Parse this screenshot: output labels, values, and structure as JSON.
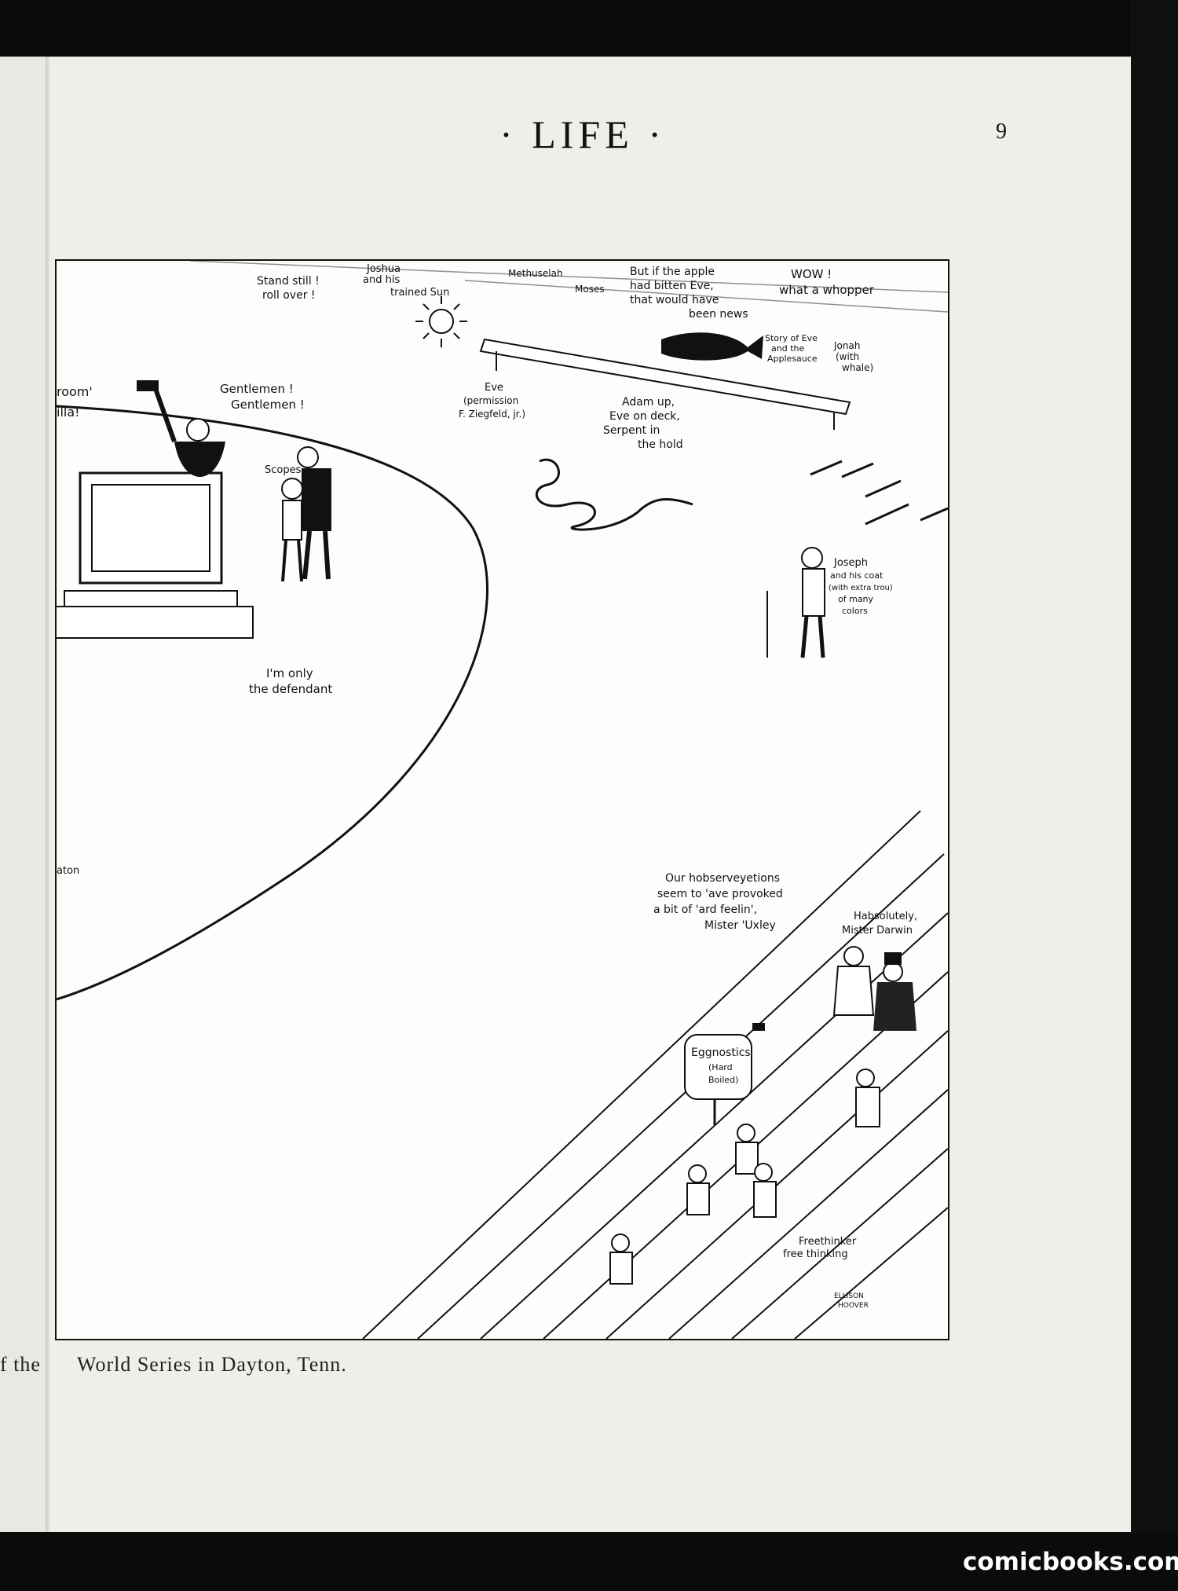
{
  "magazine": {
    "header": "· LIFE ·",
    "page_number": "9"
  },
  "caption": {
    "left_fragment": "f the",
    "text": "World Series in Dayton, Tenn."
  },
  "watermark": "comicbooks.com",
  "cartoon": {
    "balloons": {
      "left_edge_top": "room'",
      "left_edge_second": "illa!",
      "left_edge_bottom": "aton",
      "stand_still": [
        "Stand still !",
        "roll over !"
      ],
      "joshua": [
        "Joshua",
        "and his",
        "trained Sun"
      ],
      "methuselah": "Methuselah",
      "moses": "Moses",
      "apple": [
        "But if the apple",
        "had bitten Eve,",
        "that would have",
        "been news"
      ],
      "wow": [
        "WOW !",
        "what a whopper"
      ],
      "newspaper": [
        "Story of Eve",
        "and the",
        "Applesauce"
      ],
      "jonah": [
        "Jonah",
        "(with",
        "whale)"
      ],
      "gentlemen": [
        "Gentlemen !",
        "Gentlemen !"
      ],
      "eve": [
        "Eve",
        "(permission",
        "F. Ziegfeld, jr.)"
      ],
      "adam": [
        "Adam up,",
        "Eve on deck,",
        "Serpent in",
        "the hold"
      ],
      "scopes": "Scopes",
      "defendant": [
        "I'm only",
        "the defendant"
      ],
      "joseph": [
        "Joseph",
        "and his coat",
        "(with extra trou)",
        "of many",
        "colors"
      ],
      "huxley": [
        "Our hobserveyetions",
        "seem to 'ave provoked",
        "a bit of 'ard feelin',",
        "Mister 'Uxley"
      ],
      "darwin": [
        "Habsolutely,",
        "Mister Darwin"
      ],
      "sign": [
        "Eggnostics",
        "(Hard",
        "Boiled)"
      ],
      "freethinker": [
        "Freethinker",
        "free thinking"
      ],
      "signature": [
        "ELLISON",
        "HOOVER"
      ]
    }
  }
}
